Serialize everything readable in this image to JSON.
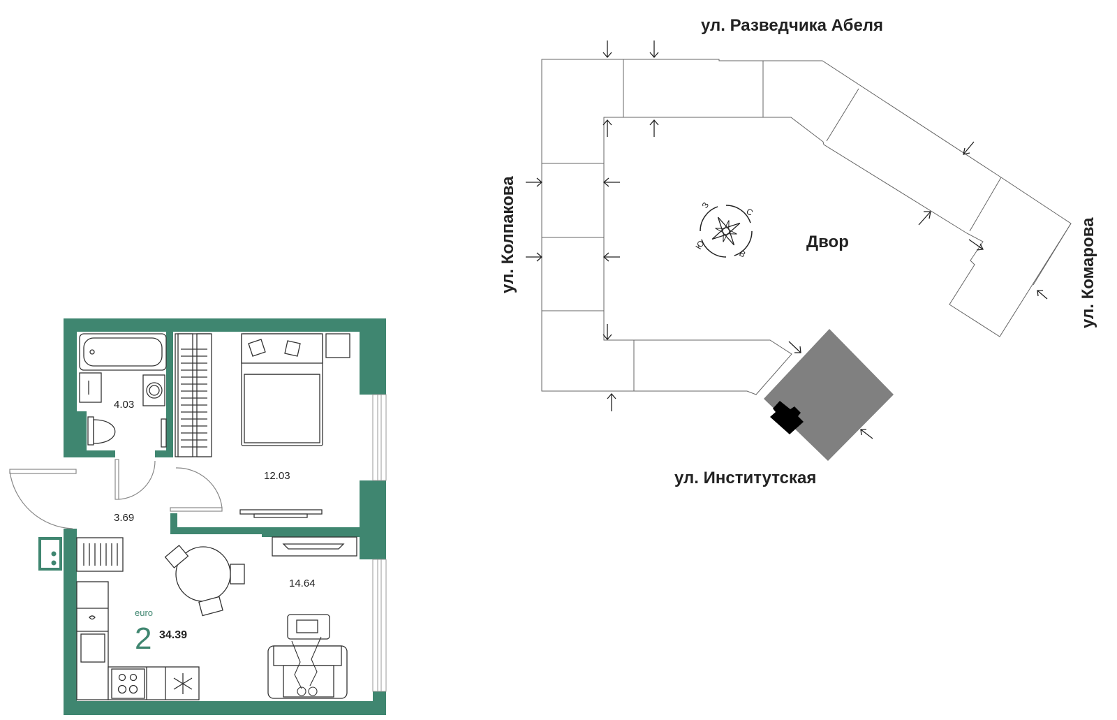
{
  "colors": {
    "wall": "#3f8670",
    "accent": "#3f8670",
    "ink": "#1a1a1a",
    "highlight": "#808080"
  },
  "apartment": {
    "rooms": {
      "bathroom_area": "4.03",
      "hall_area": "3.69",
      "bedroom_area": "12.03",
      "living_kitchen_area": "14.64"
    },
    "type_label": "euro",
    "room_count": "2",
    "total_area": "34.39"
  },
  "site_plan": {
    "streets": {
      "north": "ул. Разведчика Абеля",
      "west": "ул. Колпакова",
      "east": "ул. Комарова",
      "south": "ул. Институтская"
    },
    "courtyard_label": "Двор",
    "compass": {
      "north": "С",
      "east": "В",
      "south": "Ю",
      "west": "З"
    }
  }
}
